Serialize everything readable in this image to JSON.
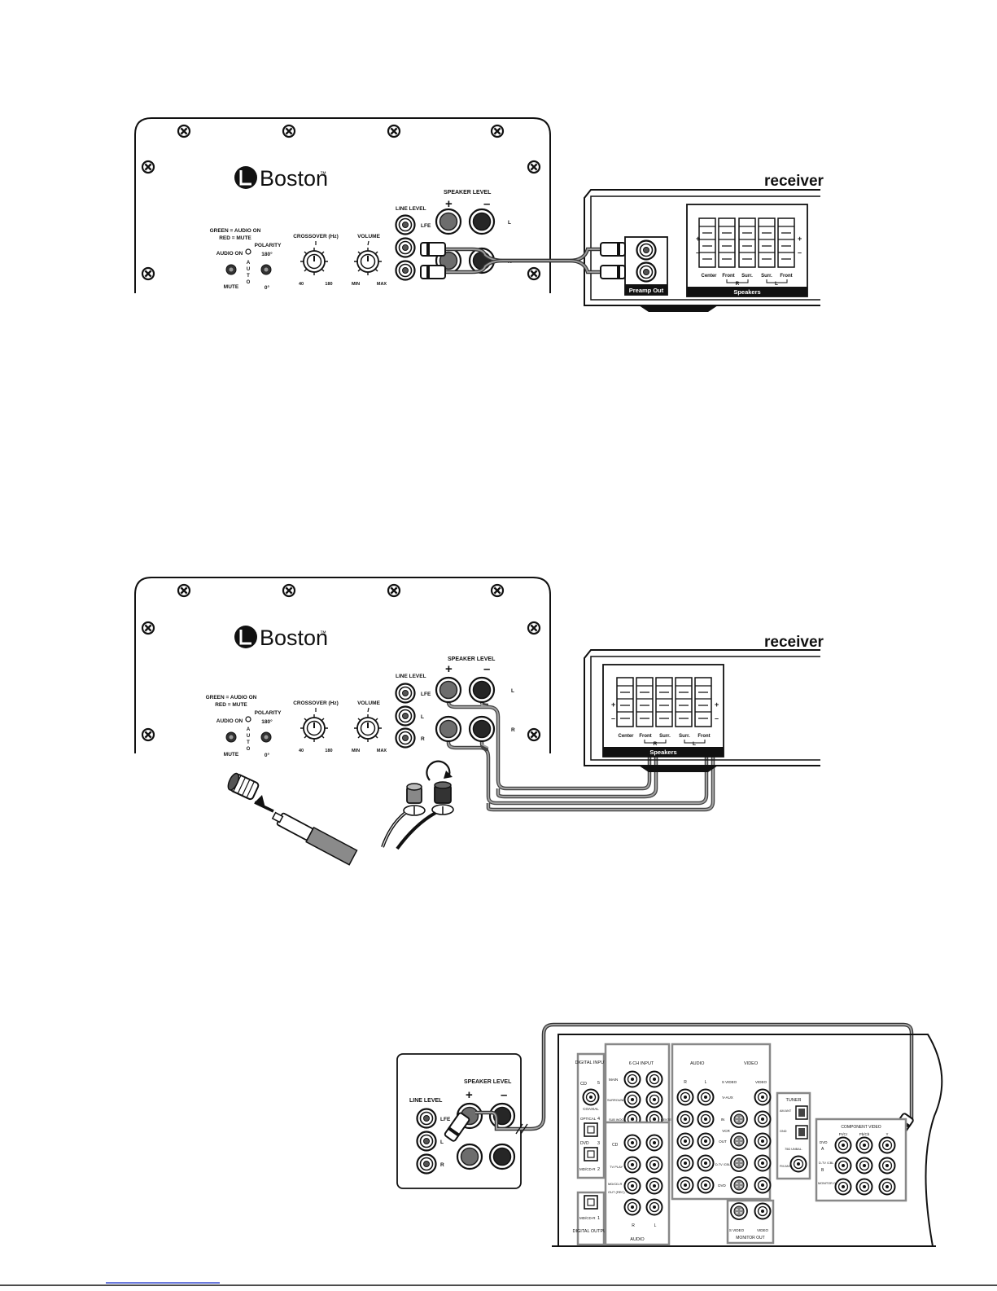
{
  "sub": {
    "brand": "Boston",
    "brand_mark": "™",
    "line_level": "LINE LEVEL",
    "speaker_level": "SPEAKER LEVEL",
    "plus": "+",
    "minus": "–",
    "lfe": "LFE",
    "l": "L",
    "r": "R",
    "green_audio_on": "GREEN = AUDIO ON",
    "red_mute": "RED = MUTE",
    "audio_on": "AUDIO ON",
    "mute": "MUTE",
    "auto_a": "A",
    "auto_u": "U",
    "auto_t": "T",
    "auto_o": "O",
    "polarity": "POLARITY",
    "deg180": "180°",
    "deg0": "0°",
    "crossover": "CROSSOVER (Hz)",
    "xo_min": "40",
    "xo_max": "180",
    "volume": "VOLUME",
    "vol_min": "MIN",
    "vol_max": "MAX"
  },
  "receiver": {
    "title": "receiver",
    "preamp_out": "Preamp Out",
    "speakers": "Speakers",
    "plus": "+",
    "minus": "–",
    "center": "Center",
    "front": "Front",
    "surr": "Surr.",
    "r": "R",
    "l": "L"
  },
  "av": {
    "line_level": "LINE LEVEL",
    "speaker_level": "SPEAKER LEVEL",
    "plus": "+",
    "minus": "–",
    "lfe": "LFE",
    "l": "L",
    "r": "R",
    "digital_input": "DIGITAL INPUT",
    "digital_output": "DIGITAL OUTPUT",
    "coaxial": "COAXIAL",
    "optical": "OPTICAL",
    "cd": "CD",
    "dvd": "DVD",
    "md_cdr": "MD/CD-R",
    "n1": "1",
    "n2": "2",
    "n3": "3",
    "n4": "4",
    "n5": "5",
    "ch_input": "6 CH INPUT",
    "main": "MAIN",
    "surround": "SURROUND",
    "sub_woofer": "SUB WOOFER",
    "center": "CENTER",
    "tv_play": "TV PLAY",
    "md_cdr_in": "MD/CD-R",
    "out_rec": "OUT (REC)",
    "audio": "AUDIO",
    "video": "VIDEO",
    "s_video": "S VIDEO",
    "v_aux": "V-AUX",
    "vcr": "VCR",
    "in": "IN",
    "out": "OUT",
    "d_tv_cbl": "D-TV /CBL",
    "monitor_out": "MONITOR OUT",
    "r_mark": "R",
    "l_mark": "L",
    "tuner": "TUNER",
    "am_ant": "AM ANT",
    "gnd": "GND",
    "unbal": "75Ω UNBAL.",
    "fm_ant": "FM ANT",
    "component_video": "COMPONENT VIDEO",
    "pr_cr": "Pr/Cr",
    "pb_cb": "Pb/Cb",
    "y": "Y",
    "dvd_a": "DVD",
    "a": "A",
    "b": "B",
    "dtv_cbl_b": "D-TV /CBL",
    "monitor_out_cv": "MONITOR OUT"
  }
}
